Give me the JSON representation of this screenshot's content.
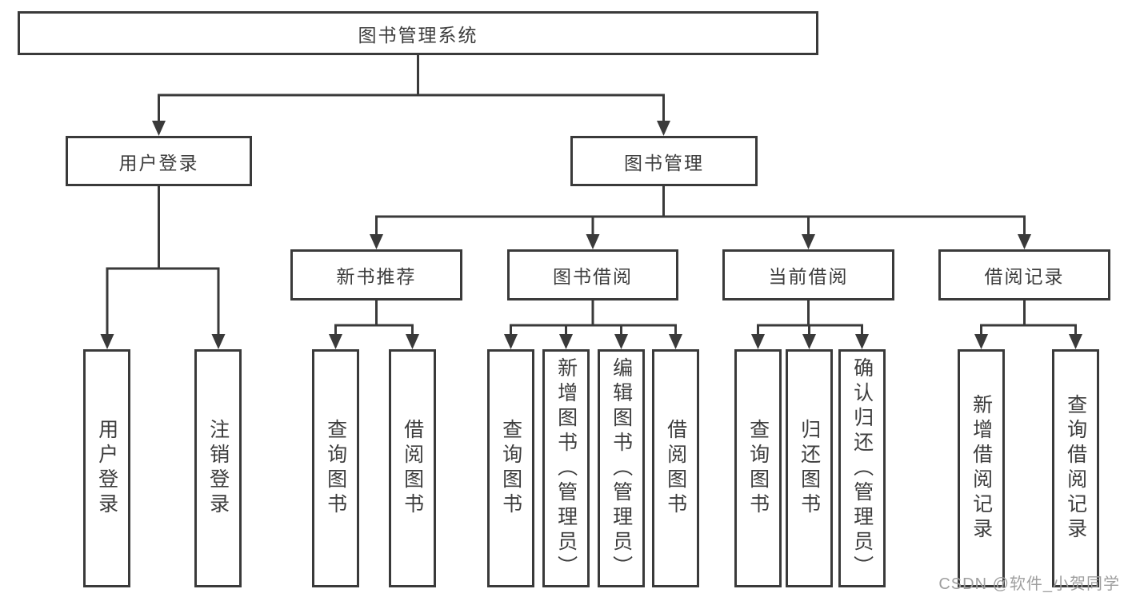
{
  "diagram": {
    "root": {
      "label": "图书管理系统"
    },
    "level2": [
      {
        "label": "用户登录"
      },
      {
        "label": "图书管理"
      }
    ],
    "login_children": [
      {
        "label": "用户登录"
      },
      {
        "label": "注销登录"
      }
    ],
    "level3": [
      {
        "label": "新书推荐"
      },
      {
        "label": "图书借阅"
      },
      {
        "label": "当前借阅"
      },
      {
        "label": "借阅记录"
      }
    ],
    "recommend_children": [
      {
        "label": "查询图书"
      },
      {
        "label": "借阅图书"
      }
    ],
    "borrow_children": [
      {
        "label": "查询图书"
      },
      {
        "label": "新增图书（管理员）"
      },
      {
        "label": "编辑图书（管理员）"
      },
      {
        "label": "借阅图书"
      }
    ],
    "current_children": [
      {
        "label": "查询图书"
      },
      {
        "label": "归还图书"
      },
      {
        "label": "确认归还（管理员）"
      }
    ],
    "record_children": [
      {
        "label": "新增借阅记录"
      },
      {
        "label": "查询借阅记录"
      }
    ]
  },
  "colors": {
    "ink": "#3a3a3a",
    "watermark": "#9f9f9f"
  },
  "watermark": {
    "text": "CSDN @软件_小贺同学"
  }
}
